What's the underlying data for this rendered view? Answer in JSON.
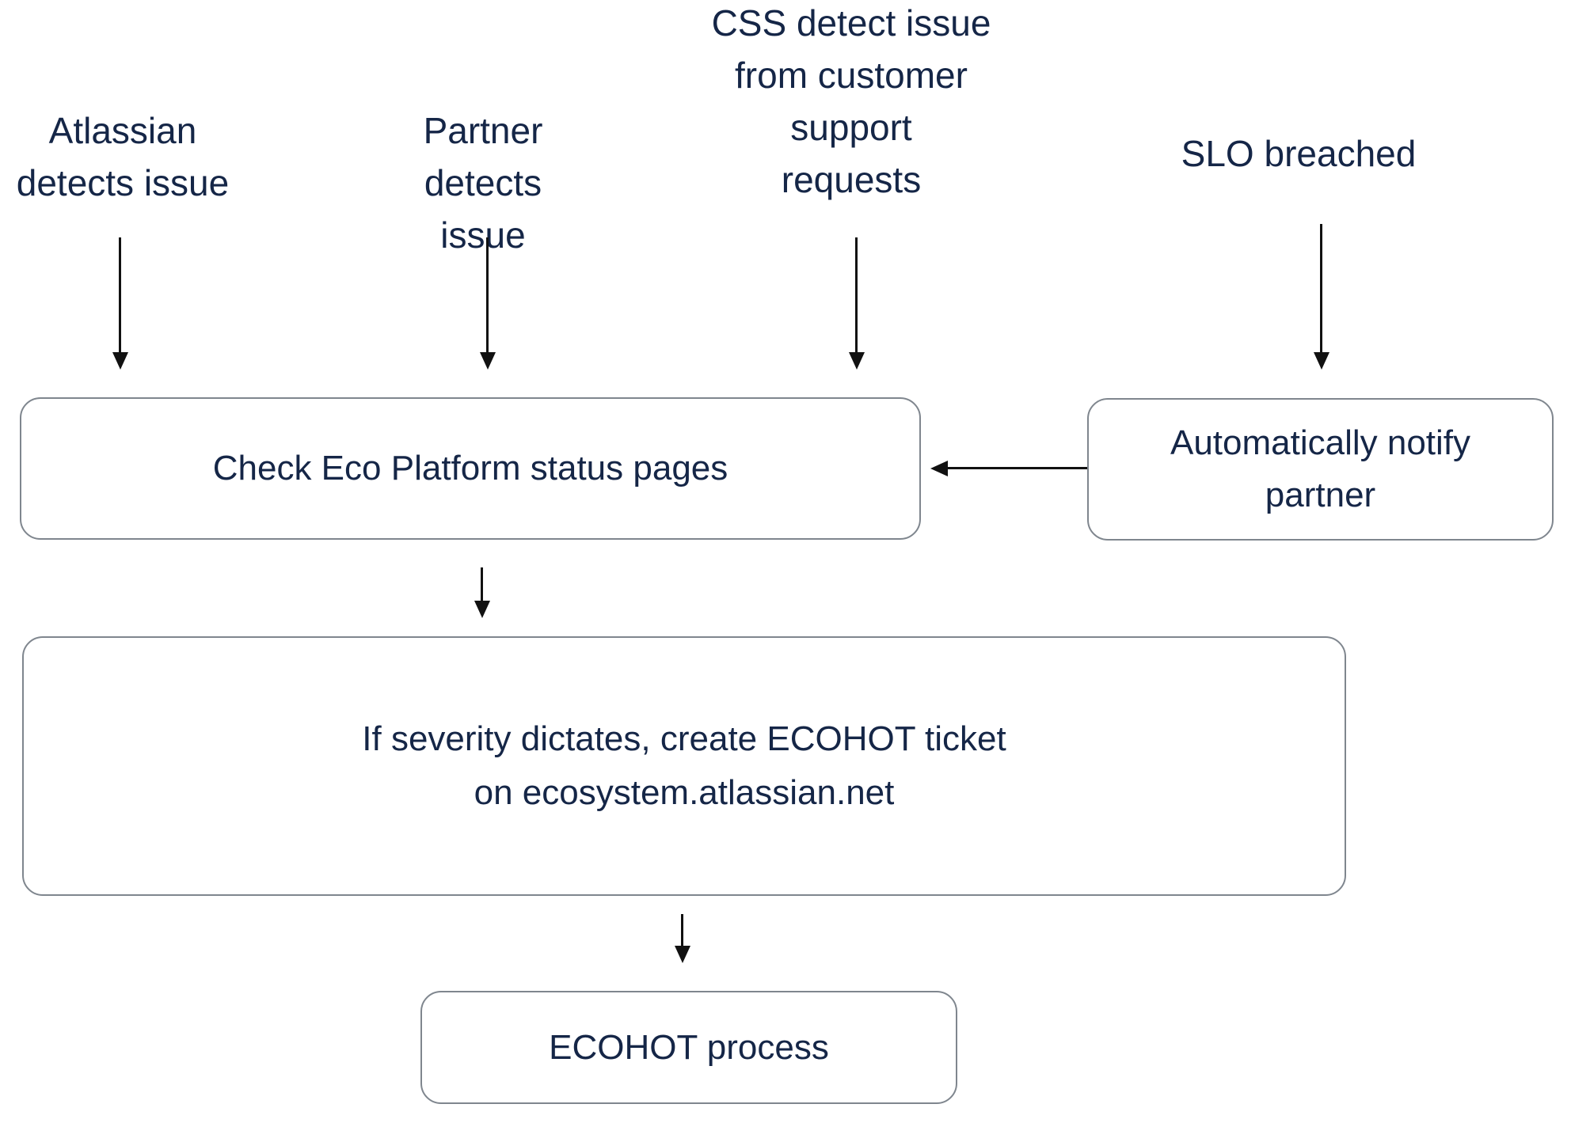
{
  "diagram": {
    "title": "ECOHOT incident intake flowchart",
    "sources": {
      "atlassian": "Atlassian\ndetects issue",
      "partner": "Partner detects\nissue",
      "css": "CSS detect issue\nfrom customer\nsupport\nrequests",
      "slo": "SLO breached"
    },
    "nodes": {
      "check_status": "Check Eco Platform status pages",
      "auto_notify": "Automatically notify\npartner",
      "create_ticket": "If severity dictates, create ECOHOT ticket\non ecosystem.atlassian.net",
      "ecohot_process": "ECOHOT process"
    },
    "edges": [
      {
        "from": "atlassian",
        "to": "check_status",
        "direction": "down"
      },
      {
        "from": "partner",
        "to": "check_status",
        "direction": "down"
      },
      {
        "from": "css",
        "to": "check_status",
        "direction": "down"
      },
      {
        "from": "slo",
        "to": "auto_notify",
        "direction": "down"
      },
      {
        "from": "auto_notify",
        "to": "check_status",
        "direction": "left"
      },
      {
        "from": "check_status",
        "to": "create_ticket",
        "direction": "down"
      },
      {
        "from": "create_ticket",
        "to": "ecohot_process",
        "direction": "down"
      }
    ],
    "colors": {
      "text": "#152647",
      "box_border": "#7f868e",
      "arrow": "#111111",
      "background": "#ffffff"
    }
  }
}
